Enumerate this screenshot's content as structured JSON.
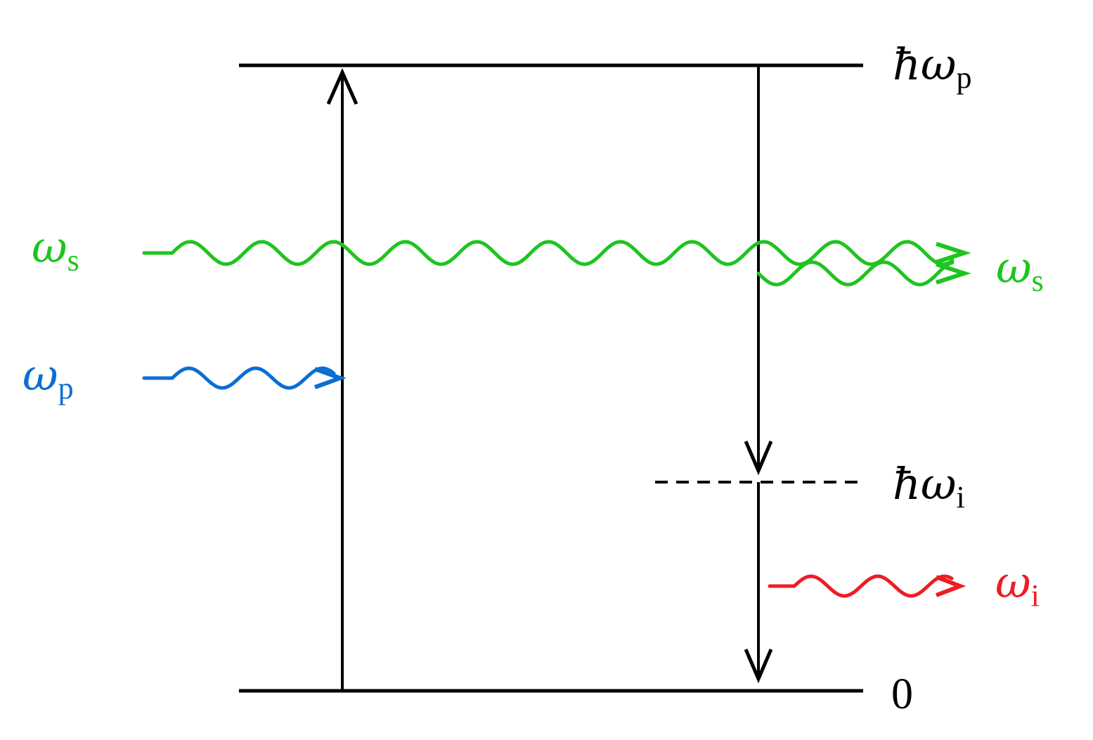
{
  "levels": {
    "top": {
      "symbol": "ħω",
      "subscript": "p"
    },
    "intermediate": {
      "symbol": "ħω",
      "subscript": "i"
    },
    "ground": {
      "label": "0"
    }
  },
  "beams": {
    "signal_in": {
      "symbol": "ω",
      "subscript": "s"
    },
    "pump_in": {
      "symbol": "ω",
      "subscript": "p"
    },
    "signal_out": {
      "symbol": "ω",
      "subscript": "s"
    },
    "idler_out": {
      "symbol": "ω",
      "subscript": "i"
    }
  },
  "colors": {
    "signal": "#1fc41f",
    "pump": "#0b6fd1",
    "idler": "#ee1c25",
    "lines": "#000000"
  }
}
